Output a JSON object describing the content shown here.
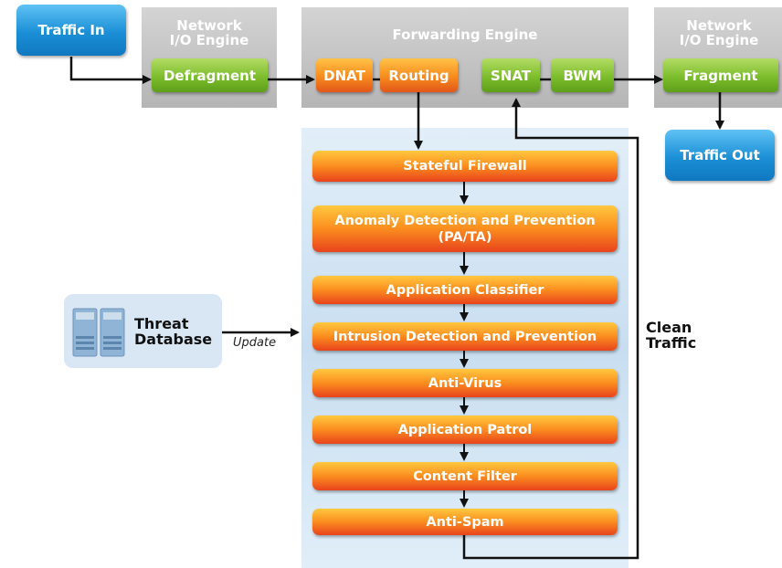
{
  "top": {
    "traffic_in": "Traffic In",
    "traffic_out": "Traffic Out",
    "network_io_left": {
      "title_line1": "Network",
      "title_line2": "I/O Engine",
      "box": "Defragment"
    },
    "forwarding_engine": {
      "title": "Forwarding Engine",
      "boxes": [
        "DNAT",
        "Routing",
        "SNAT",
        "BWM"
      ]
    },
    "network_io_right": {
      "title_line1": "Network",
      "title_line2": "I/O Engine",
      "box": "Fragment"
    }
  },
  "stages": [
    "Stateful Firewall",
    "Anomaly Detection and Prevention",
    "Application Classifier",
    "Intrusion Detection and Prevention",
    "Anti-Virus",
    "Application Patrol",
    "Content Filter",
    "Anti-Spam"
  ],
  "stage_sublabel": "(PA/TA)",
  "threat_database": {
    "line1": "Threat",
    "line2": "Database",
    "update": "Update"
  },
  "clean_traffic": {
    "line1": "Clean",
    "line2": "Traffic"
  },
  "colors": {
    "blue": "#1b8fd6",
    "green": "#7cbd2c",
    "orange": "#f78a1d",
    "gray": "#c4c4c4",
    "panel": "#d4e6f5"
  }
}
